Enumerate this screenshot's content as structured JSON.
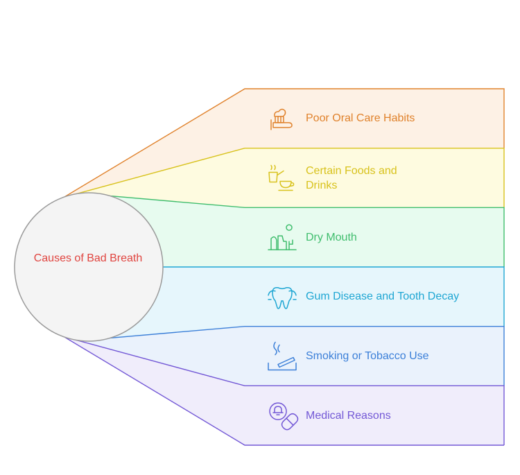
{
  "center": {
    "label": "Causes of Bad Breath",
    "fill": "#f4f4f4",
    "stroke": "#9a9a9a",
    "text_color": "#e0443f"
  },
  "items": [
    {
      "label": "Poor Oral Care Habits",
      "icon": "toothbrush-icon",
      "color": "#e0822c",
      "fill": "#fdf1e5"
    },
    {
      "label": "Certain Foods and\nDrinks",
      "icon": "coffee-icon",
      "color": "#d8c21c",
      "fill": "#fefbe0"
    },
    {
      "label": "Dry Mouth",
      "icon": "desert-icon",
      "color": "#3fbd6d",
      "fill": "#e7fbef"
    },
    {
      "label": "Gum Disease and Tooth Decay",
      "icon": "tooth-icon",
      "color": "#1ea6d3",
      "fill": "#e6f6fc"
    },
    {
      "label": "Smoking or Tobacco Use",
      "icon": "cigarette-icon",
      "color": "#3b7fd8",
      "fill": "#eaf2fc"
    },
    {
      "label": "Medical Reasons",
      "icon": "medical-pill-icon",
      "color": "#7358d6",
      "fill": "#f0edfb"
    }
  ]
}
